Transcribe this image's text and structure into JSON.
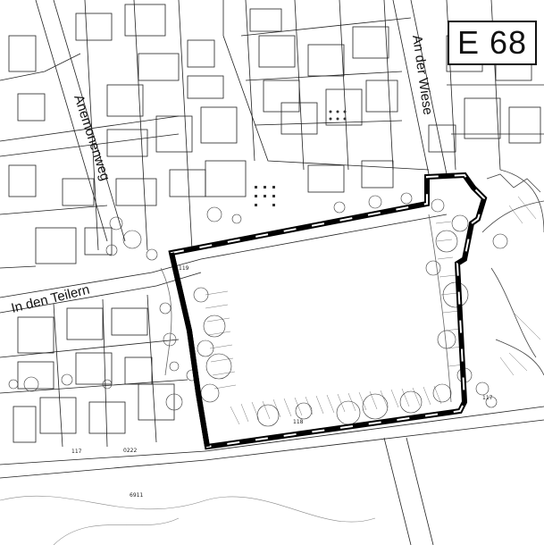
{
  "plan": {
    "id": "E 68"
  },
  "streets": {
    "anemonenweg": "Anemonenweg",
    "an_der_wiese": "An der Wiese",
    "in_den_teilern": "In den Teilern"
  },
  "parcel_numbers": {
    "n119": "119",
    "n117": "117",
    "n0222": "0222",
    "n6911": "6911",
    "n118": "118",
    "n117b": "117"
  },
  "colors": {
    "linework": "#222222",
    "boundary": "#000000",
    "background": "#ffffff"
  },
  "icons": {
    "tree": "tree-symbol-circle"
  }
}
